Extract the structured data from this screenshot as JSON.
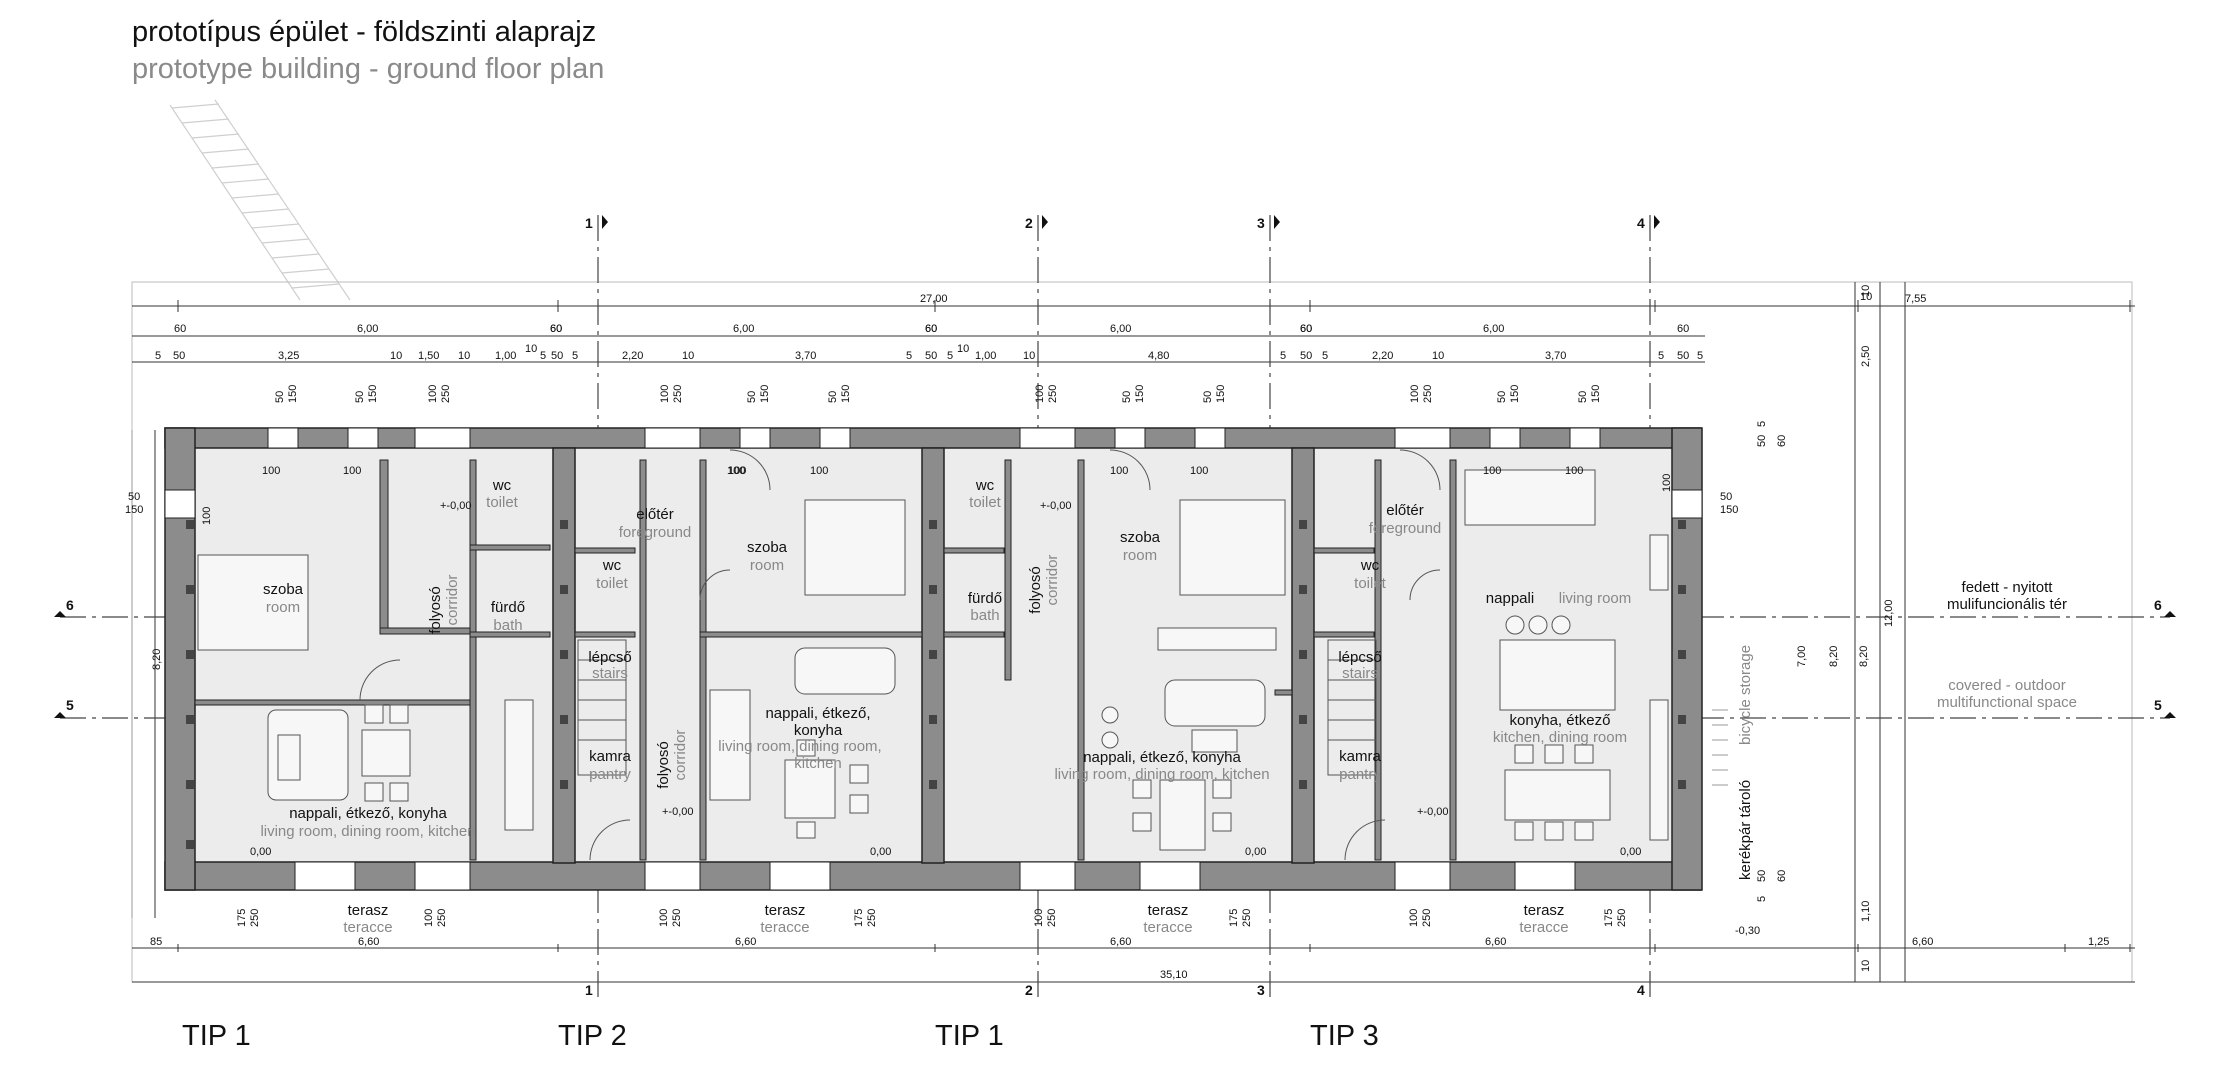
{
  "title": "prototípus épület - földszinti alaprajz",
  "subtitle": "prototype building - ground floor plan",
  "colors": {
    "wall": "#8c8c8c",
    "floor": "#ececec",
    "line": "#222222",
    "label_secondary": "#888888"
  },
  "grid_markers": {
    "top": [
      "1",
      "2",
      "3",
      "4"
    ],
    "bottom": [
      "1",
      "2",
      "3",
      "4"
    ],
    "left": [
      "6",
      "5"
    ],
    "right": [
      "6",
      "5"
    ]
  },
  "unit_types": [
    "TIP 1",
    "TIP 2",
    "TIP 1",
    "TIP 3"
  ],
  "dimensions": {
    "overall_top": "27,00",
    "overall_right": "7,55",
    "overall_bottom": "35,10",
    "module_row": [
      "60",
      "6,00",
      "60",
      "60",
      "6,00",
      "60",
      "60",
      "6,00",
      "60",
      "60",
      "6,00",
      "60"
    ],
    "detail_row": [
      "5",
      "50",
      "3,25",
      "10",
      "1,50",
      "10",
      "1,00",
      "10",
      "5",
      "50",
      "5",
      "2,20",
      "10",
      "3,70",
      "5",
      "50",
      "5",
      "10",
      "1,00",
      "10",
      "4,80",
      "5",
      "50",
      "5",
      "2,20",
      "10",
      "3,70",
      "5",
      "50",
      "5"
    ],
    "small_10": "10",
    "bottom_row": [
      "85",
      "6,60",
      "6,60",
      "6,60",
      "6,60",
      "6,60",
      "1,25"
    ],
    "opening_top": [
      "50",
      "150",
      "50",
      "150",
      "100",
      "250",
      "100",
      "250",
      "50",
      "150",
      "50",
      "150",
      "100",
      "250",
      "50",
      "150",
      "50",
      "150",
      "100",
      "250",
      "50",
      "150",
      "50",
      "150"
    ],
    "opening_bottom": [
      "100",
      "250",
      "175",
      "250",
      "100",
      "250",
      "175",
      "250",
      "100",
      "250",
      "175",
      "250",
      "100",
      "250",
      "175",
      "250"
    ],
    "window_widths": [
      "100",
      "100",
      "100",
      "100",
      "100",
      "100",
      "100",
      "100",
      "100"
    ],
    "left_side": [
      "50",
      "150",
      "100",
      "8,20"
    ],
    "right_side": [
      "50",
      "150",
      "100",
      "5",
      "50",
      "60",
      "5",
      "50",
      "60",
      "7,00",
      "8,20",
      "8,20",
      "12,00",
      "2,50",
      "1,10",
      "10",
      "10"
    ],
    "levels": [
      "+-0,00",
      "+-0,00",
      "+-0,00",
      "+-0,00",
      "0,00",
      "0,00",
      "0,00",
      "0,00",
      "-0,30"
    ]
  },
  "rooms": {
    "u1_szoba": {
      "hu": "szoba",
      "en": "room"
    },
    "u1_wc": {
      "hu": "wc",
      "en": "toilet"
    },
    "u1_furdo": {
      "hu": "fürdő",
      "en": "bath"
    },
    "u1_folyoso": {
      "hu": "folyosó",
      "en": "corridor"
    },
    "u1_nappali": {
      "hu": "nappali, étkező, konyha",
      "en": "living room, dining room, kitchen"
    },
    "u1_terasz": {
      "hu": "terasz",
      "en": "teracce"
    },
    "u2_eloter": {
      "hu": "előtér",
      "en": "foreground"
    },
    "u2_wc": {
      "hu": "wc",
      "en": "toilet"
    },
    "u2_lepcso": {
      "hu": "lépcső",
      "en": "stairs"
    },
    "u2_kamra": {
      "hu": "kamra",
      "en": "pantry"
    },
    "u2_folyoso": {
      "hu": "folyosó",
      "en": "corridor"
    },
    "u2_szoba": {
      "hu": "szoba",
      "en": "room"
    },
    "u2_nappali_hu1": "nappali, étkező,",
    "u2_nappali_hu2": "konyha",
    "u2_nappali_en1": "living room, dining room,",
    "u2_nappali_en2": "kitchen",
    "u2_terasz": {
      "hu": "terasz",
      "en": "teracce"
    },
    "u3_wc": {
      "hu": "wc",
      "en": "toilet"
    },
    "u3_furdo": {
      "hu": "fürdő",
      "en": "bath"
    },
    "u3_folyoso": {
      "hu": "folyosó",
      "en": "corridor"
    },
    "u3_szoba": {
      "hu": "szoba",
      "en": "room"
    },
    "u3_nappali": {
      "hu": "nappali, étkező, konyha",
      "en": "living room, dining room, kitchen"
    },
    "u3_terasz": {
      "hu": "terasz",
      "en": "teracce"
    },
    "u4_eloter": {
      "hu": "előtér",
      "en": "foreground"
    },
    "u4_wc": {
      "hu": "wc",
      "en": "toilet"
    },
    "u4_lepcso": {
      "hu": "lépcső",
      "en": "stairs"
    },
    "u4_kamra": {
      "hu": "kamra",
      "en": "pantry"
    },
    "u4_nappali": {
      "hu": "nappali",
      "en": "living room"
    },
    "u4_konyha": {
      "hu": "konyha, étkező",
      "en": "kitchen, dining room"
    },
    "u4_terasz": {
      "hu": "terasz",
      "en": "teracce"
    },
    "bike": {
      "hu": "kerékpár tároló",
      "en": "bicycle storage"
    },
    "covered": {
      "hu1": "fedett - nyitott",
      "hu2": "mulifuncionális tér",
      "en1": "covered - outdoor",
      "en2": "multifunctional space"
    }
  }
}
